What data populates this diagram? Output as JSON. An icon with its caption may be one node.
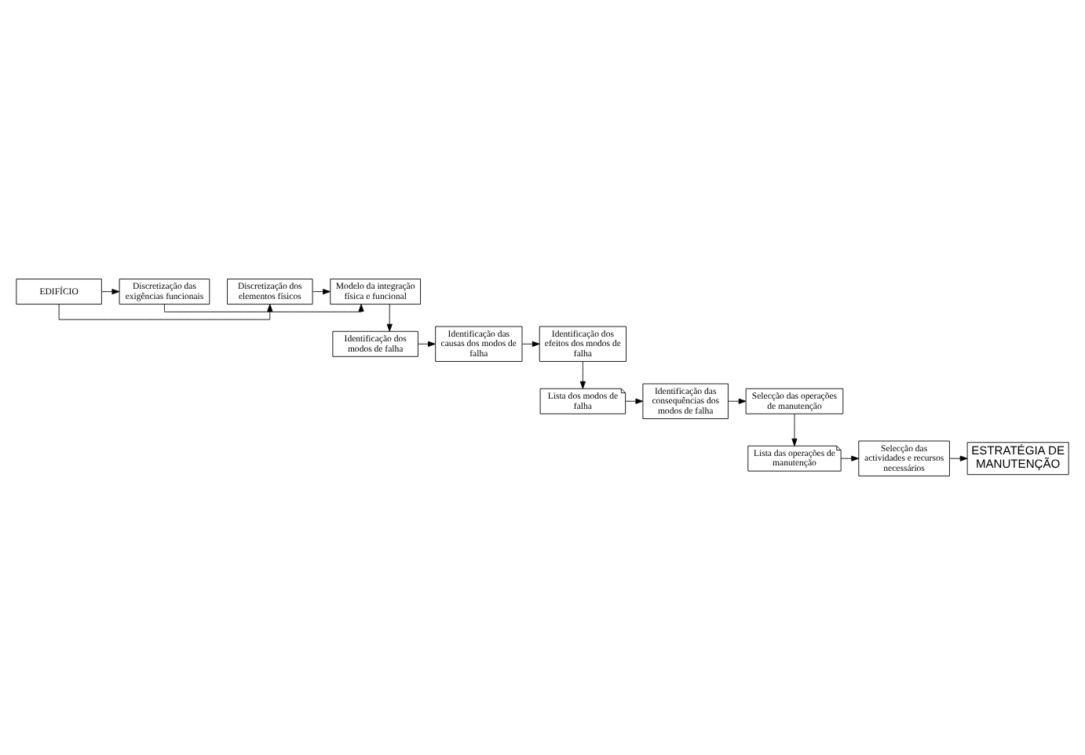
{
  "diagram": {
    "nodes": [
      {
        "text": [
          "EDIFÍCIO"
        ]
      },
      {
        "text": [
          "Discretização dos elementos físicos"
        ]
      },
      {
        "text": [
          "Discretização das exigências funcionais"
        ]
      },
      {
        "text": [
          "Modelo da integração física e funcional"
        ]
      },
      {
        "text": [
          "Identificação dos efeitos dos modos de falha"
        ]
      },
      {
        "text": [
          "Identificação das causas dos modos de falha"
        ]
      },
      {
        "text": [
          "Identificação dos modos de falha"
        ]
      },
      {
        "text": [
          "Lista dos modos de falha"
        ]
      },
      {
        "text": [
          "Identificação das consequências dos modos de falha"
        ]
      },
      {
        "text": [
          "Selecção das operações de manutenção"
        ]
      },
      {
        "text": [
          "ESTRATÉGIA DE MANUTENÇÃO"
        ]
      },
      {
        "text": [
          "Selecção das actividades e recursos necessários"
        ]
      },
      {
        "text": [
          "Lista das operações de manutenção"
        ]
      }
    ],
    "edges": [
      {
        "from": 0,
        "to": 1,
        "arrow": "to"
      },
      {
        "from": 0,
        "to": 2,
        "arrow": "to"
      },
      {
        "from": 1,
        "to": 3,
        "arrow": "to"
      },
      {
        "from": 2,
        "to": 3,
        "arrow": "to"
      },
      {
        "from": 3,
        "to": 6,
        "arrow": "to"
      },
      {
        "from": 6,
        "to": 5,
        "arrow": "to"
      },
      {
        "from": 5,
        "to": 4,
        "arrow": "to"
      },
      {
        "from": 4,
        "to": 7,
        "arrow": "to"
      },
      {
        "from": 7,
        "to": 8,
        "arrow": "to"
      },
      {
        "from": 8,
        "to": 9,
        "arrow": "to"
      },
      {
        "from": 9,
        "to": 12,
        "arrow": "to"
      },
      {
        "from": 12,
        "to": 11,
        "arrow": "to"
      },
      {
        "from": 11,
        "to": 10,
        "arrow": "to"
      }
    ]
  }
}
